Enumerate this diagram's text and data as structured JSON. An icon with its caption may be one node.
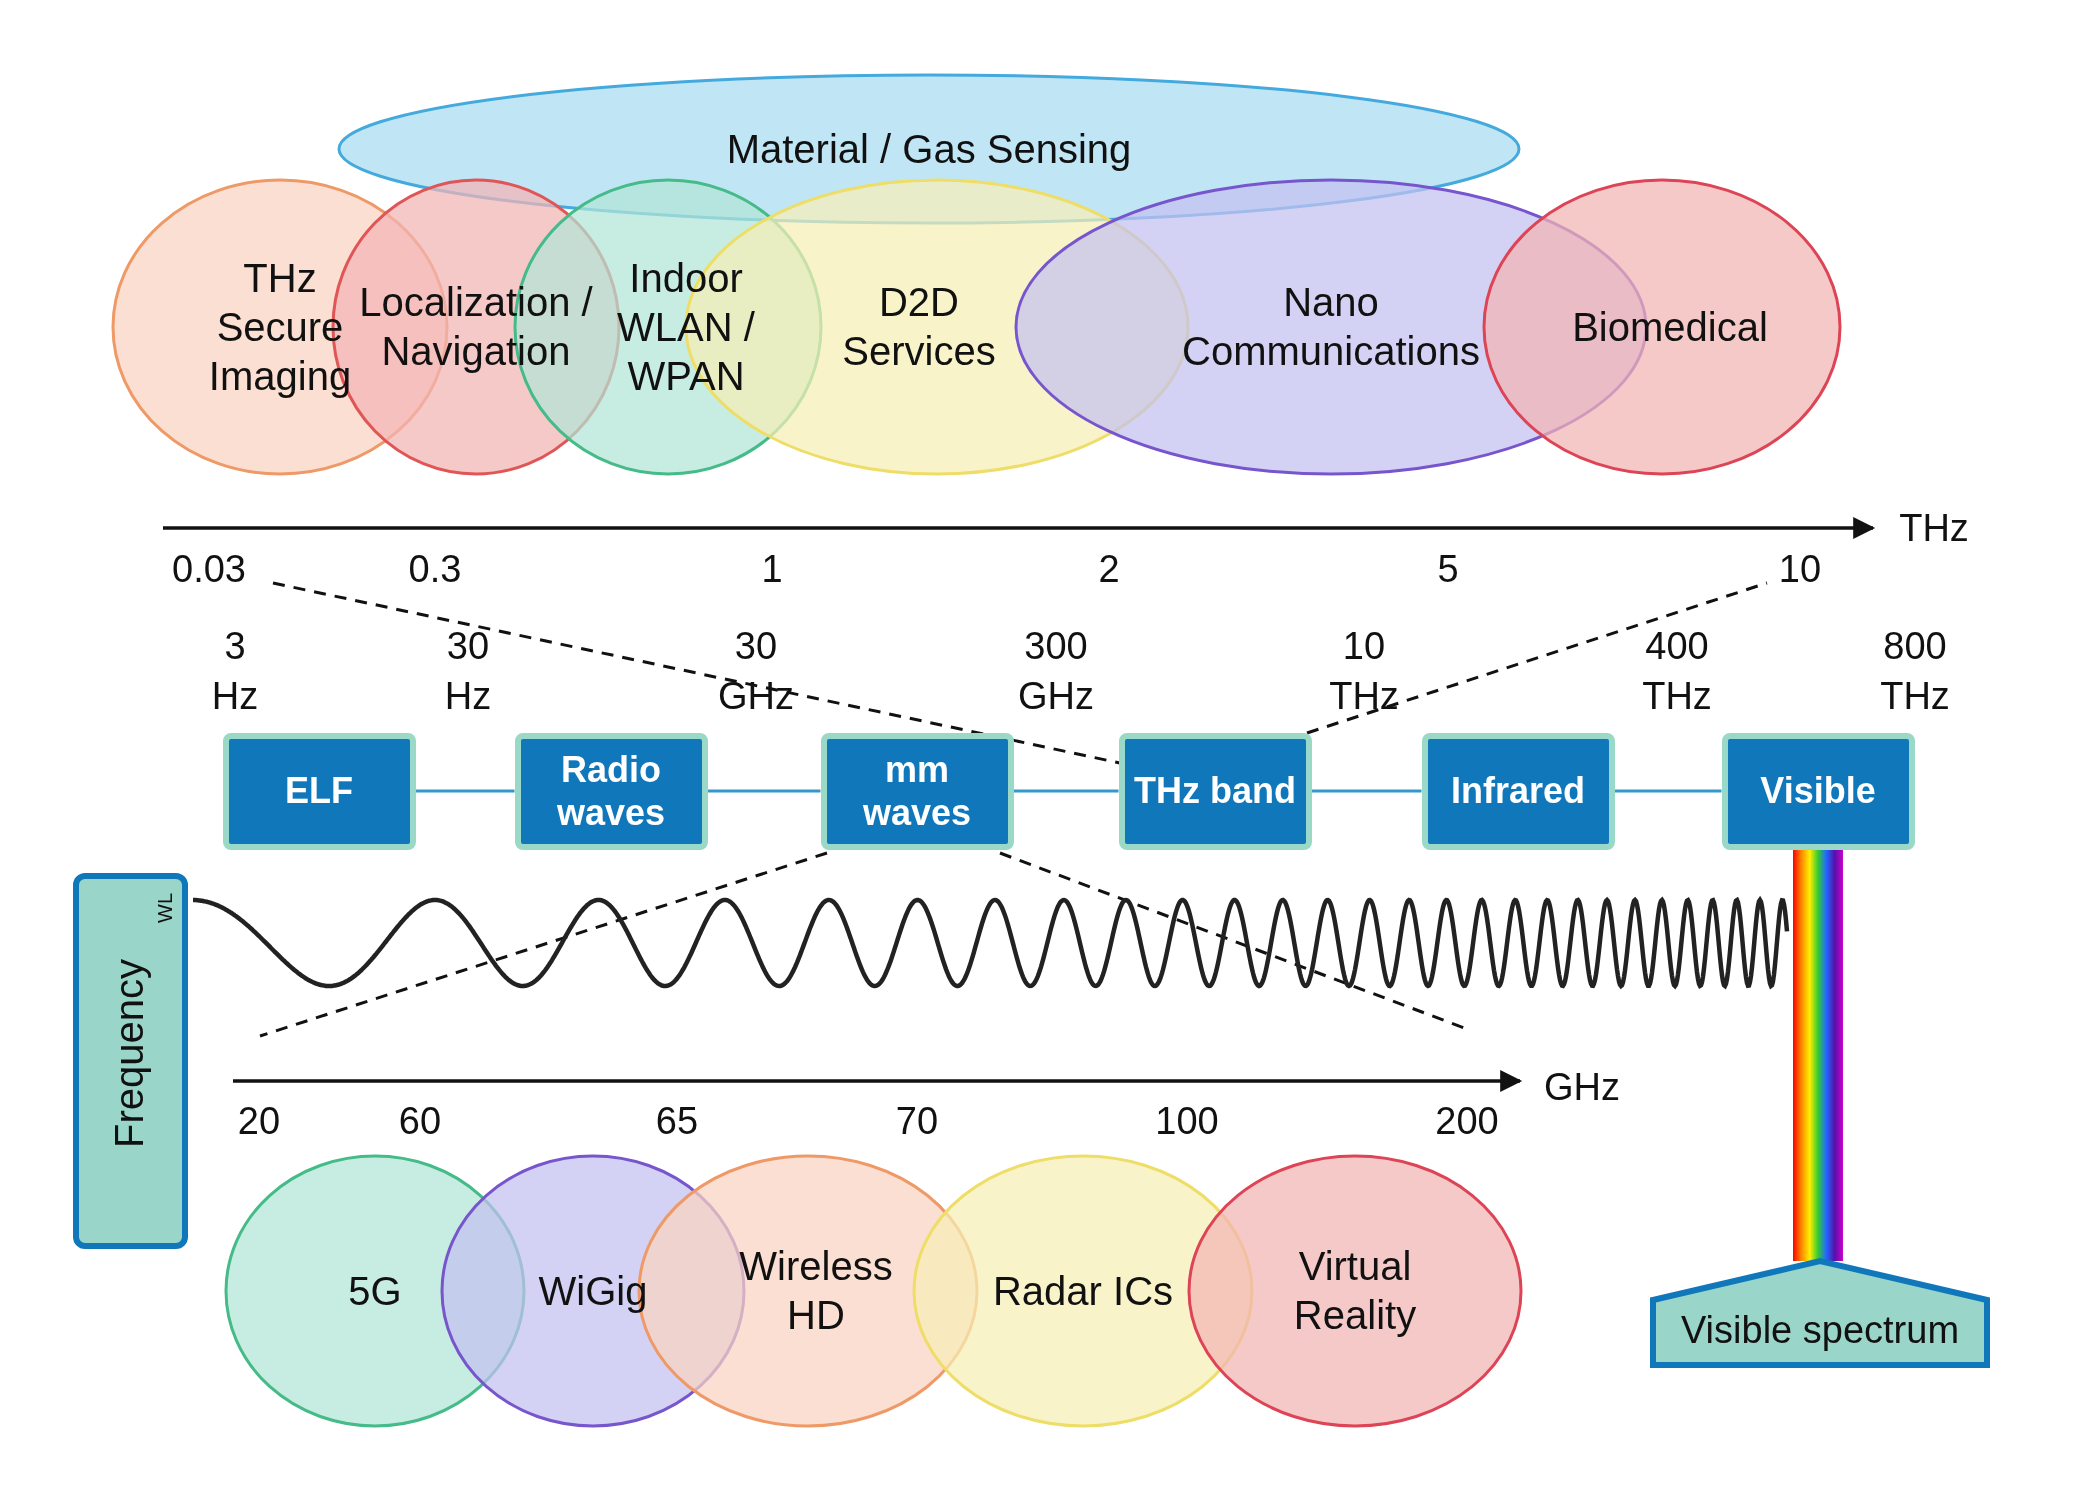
{
  "diagram": {
    "nodes": [
      {
        "text": [
          "Material / Gas Sensing"
        ]
      },
      {
        "text": [
          "THz Secure Imaging"
        ]
      },
      {
        "text": [
          "Localization / Navigation"
        ]
      },
      {
        "text": [
          "Indoor WLAN / WPAN"
        ]
      },
      {
        "text": [
          "D2D Services"
        ]
      },
      {
        "text": [
          "Nano Communications"
        ]
      },
      {
        "text": [
          "Biomedical"
        ]
      },
      {
        "text": [
          "ELF"
        ]
      },
      {
        "text": [
          "Radio waves"
        ]
      },
      {
        "text": [
          "mm waves"
        ]
      },
      {
        "text": [
          "THz band"
        ]
      },
      {
        "text": [
          "Infrared"
        ]
      },
      {
        "text": [
          "Visible"
        ]
      },
      {
        "text": [
          "Frequency",
          "WL"
        ]
      },
      {
        "text": [
          "Visible spectrum"
        ]
      },
      {
        "text": [
          "5G"
        ]
      },
      {
        "text": [
          "WiGig"
        ]
      },
      {
        "text": [
          "Wireless HD"
        ]
      },
      {
        "text": [
          "Radar ICs"
        ]
      },
      {
        "text": [
          "Virtual Reality"
        ]
      }
    ],
    "edges": [
      {
        "from": 7,
        "to": 8,
        "arrow": "none"
      },
      {
        "from": 8,
        "to": 9,
        "arrow": "none"
      },
      {
        "from": 9,
        "to": 10,
        "arrow": "none"
      },
      {
        "from": 10,
        "to": 11,
        "arrow": "none"
      },
      {
        "from": 11,
        "to": 12,
        "arrow": "none"
      },
      {
        "from": 12,
        "to": 14,
        "arrow": "none",
        "style": "thick"
      }
    ],
    "labels": [
      "THz",
      "0.03",
      "0.3",
      "1",
      "2",
      "5",
      "10",
      "3 Hz",
      "30 Hz",
      "30 GHz",
      "300 GHz",
      "10 THz",
      "400 THz",
      "800 THz",
      "GHz",
      "20",
      "60",
      "65",
      "70",
      "100",
      "200"
    ]
  }
}
